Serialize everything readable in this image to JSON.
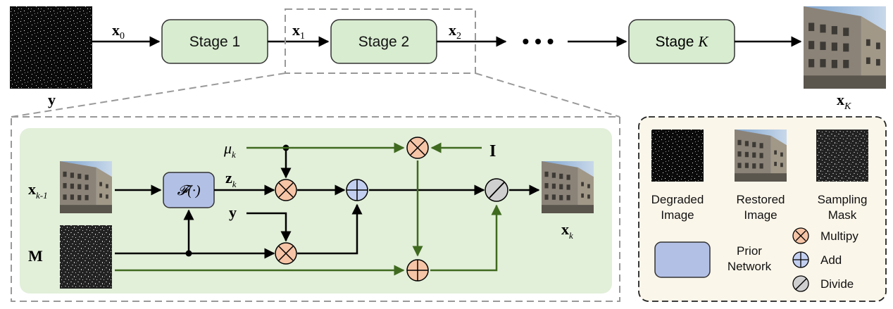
{
  "stages": {
    "stage1": "Stage 1",
    "stage2": "Stage 2",
    "stageK_prefix": "Stage",
    "stageK_var": "K",
    "dots": "• • •"
  },
  "math_labels": {
    "y_top": "y",
    "x0": "x",
    "x0_sub": "0",
    "x1": "x",
    "x1_sub": "1",
    "x2": "x",
    "x2_sub": "2",
    "xK": "x",
    "xK_sub": "K",
    "xk_minus_1": "x",
    "xk_minus_1_sub": "k-1",
    "M": "M",
    "y_inner": "y",
    "mu": "μ",
    "mu_sub": "k",
    "z": "z",
    "z_sub": "k",
    "I": "I",
    "xk": "x",
    "xk_sub": "k",
    "prior_fn": "𝓕(·)"
  },
  "legend": {
    "degraded": [
      "Degraded",
      "Image"
    ],
    "restored": [
      "Restored",
      "Image"
    ],
    "mask": [
      "Sampling",
      "Mask"
    ],
    "prior": [
      "Prior",
      "Network"
    ],
    "multiply": "Multipy",
    "add": "Add",
    "divide": "Divide"
  },
  "colors": {
    "stage_fill": "#d8ecd0",
    "inner_panel": "#e2efd9",
    "prior_fill": "#b3c0e6",
    "multiply_fill": "#f6c4a6",
    "add_fill": "#c3cff0",
    "divide_fill": "#cfcfcf",
    "green_arrow": "#3f6a1f",
    "legend_bg": "#fbf6ea"
  }
}
